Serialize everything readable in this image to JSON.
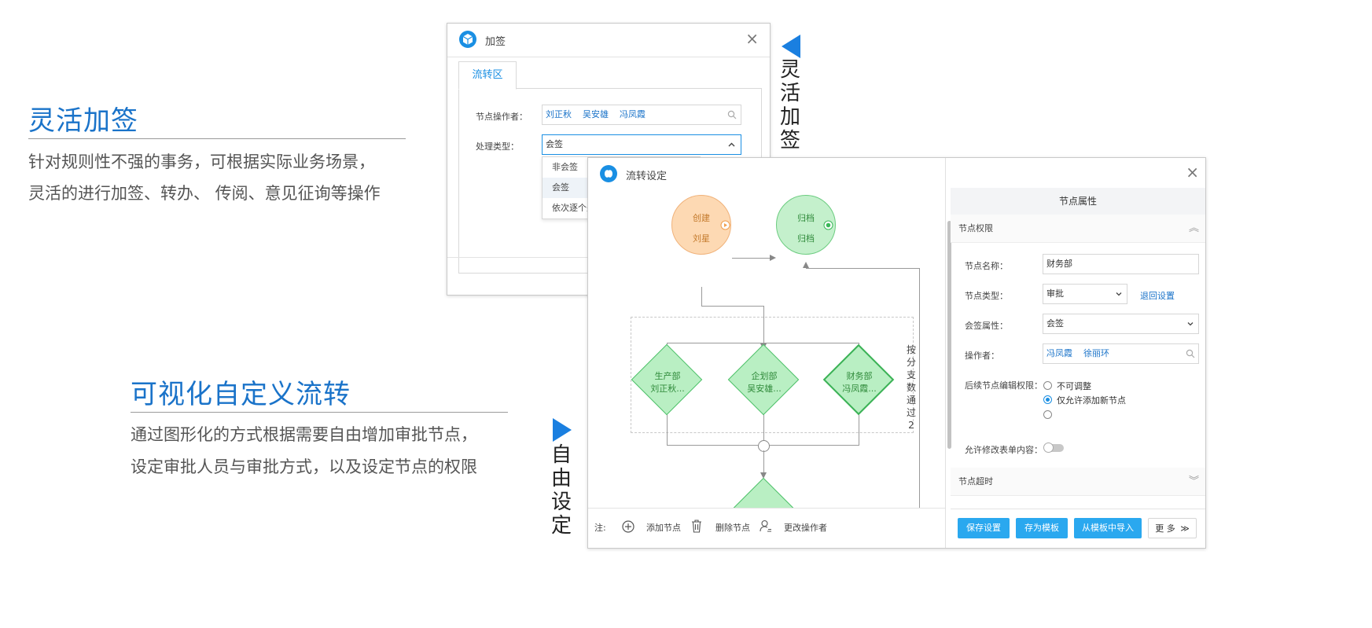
{
  "section1": {
    "title": "灵活加签",
    "desc_line1": "针对规则性不强的事务，可根据实际业务场景，",
    "desc_line2": "灵活的进行加签、转办、 传阅、意见征询等操作"
  },
  "section2": {
    "title": "可视化自定义流转",
    "desc_line1": "通过图形化的方式根据需要自由增加审批节点，",
    "desc_line2": "设定审批人员与审批方式，以及设定节点的权限"
  },
  "side_labels": {
    "right_label": "灵活加签",
    "left_label": "自由设定"
  },
  "accent_color": "#1a7fe0",
  "add_sign_dialog": {
    "title": "加签",
    "tab": "流转区",
    "operator_label": "节点操作者：",
    "operators": [
      "刘正秋",
      "吴安雄",
      "冯凤霞"
    ],
    "type_label": "处理类型：",
    "type_value": "会签",
    "options": [
      "非会签",
      "会签",
      "依次逐个处"
    ]
  },
  "flow_dialog": {
    "title": "流转设定",
    "nodes": {
      "create": {
        "line1": "创建",
        "line2": "刘星"
      },
      "archive": {
        "line1": "归档",
        "line2": "归档"
      },
      "production": {
        "line1": "生产部",
        "line2": "刘正秋..."
      },
      "planning": {
        "line1": "企划部",
        "line2": "吴安雄..."
      },
      "finance": {
        "line1": "财务部",
        "line2": "冯凤霞..."
      }
    },
    "branch_label": "按分支数通过2",
    "toolbar": {
      "note": "注:",
      "add_node": "添加节点",
      "delete_node": "删除节点",
      "change_operator": "更改操作者"
    }
  },
  "properties": {
    "title": "节点属性",
    "section_permissions": "节点权限",
    "node_name_label": "节点名称：",
    "node_name_value": "财务部",
    "node_type_label": "节点类型：",
    "node_type_value": "审批",
    "return_settings": "退回设置",
    "countersign_label": "会签属性：",
    "countersign_value": "会签",
    "operator_label": "操作者：",
    "operators": [
      "冯凤霞",
      "徐丽环"
    ],
    "subsequent_label": "后续节点编辑权限：",
    "radio_options": [
      "不可调整",
      "仅允许添加新节点",
      ""
    ],
    "allow_edit_label": "允许修改表单内容：",
    "section_timeout": "节点超时",
    "buttons": {
      "save": "保存设置",
      "save_template": "存为模板",
      "import_template": "从模板中导入",
      "more": "更 多"
    }
  }
}
